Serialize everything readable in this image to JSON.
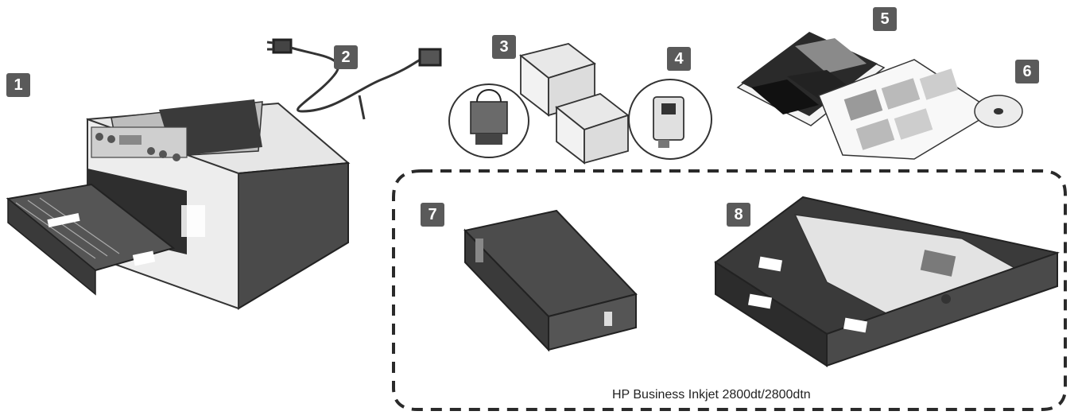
{
  "callouts": [
    "1",
    "2",
    "3",
    "4",
    "5",
    "6",
    "7",
    "8"
  ],
  "optional_group_caption": "HP Business Inkjet 2800dt/2800dtn",
  "colors": {
    "badge": "#5a5a5a",
    "dark": "#3a3a3a",
    "mid": "#8a8a8a",
    "light": "#d4d4d4"
  }
}
